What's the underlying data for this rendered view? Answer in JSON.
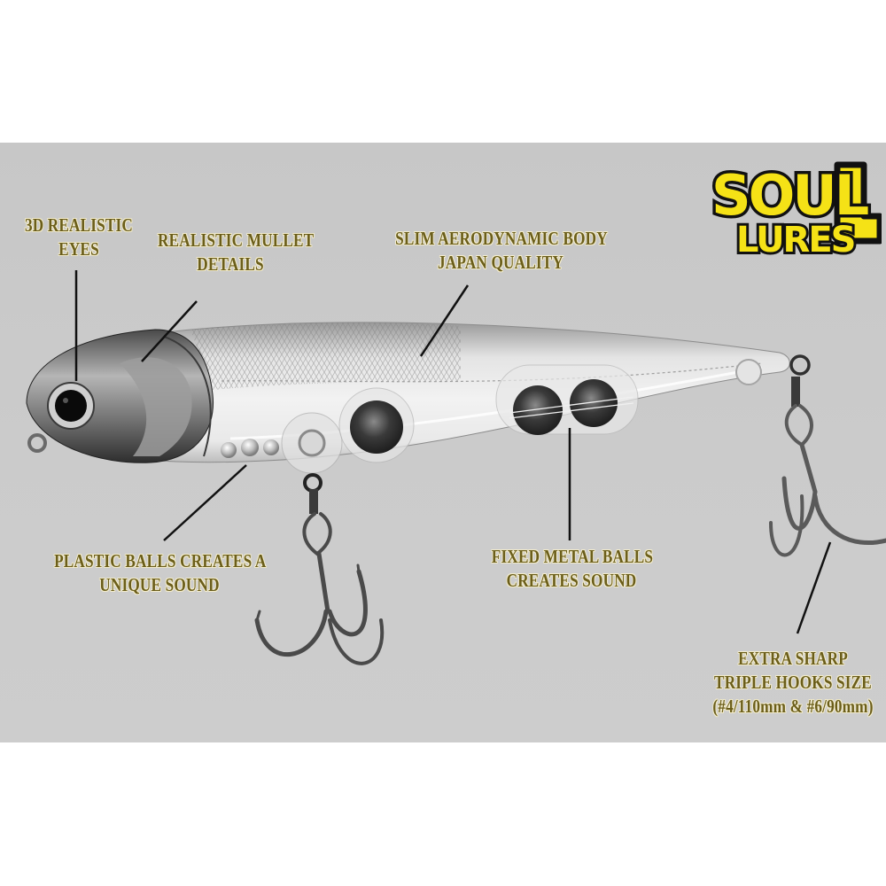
{
  "brand": {
    "logo_line1": "SOUL",
    "logo_line2": "LURES",
    "logo_fill": "#f5e216",
    "logo_outline": "#111111"
  },
  "product": {
    "subject": "transparent pencil fishing lure with two treble hooks"
  },
  "callouts": [
    {
      "id": "eyes",
      "lines": [
        "3D REALISTIC",
        "EYES"
      ]
    },
    {
      "id": "mullet",
      "lines": [
        "REALISTIC MULLET",
        "DETAILS"
      ]
    },
    {
      "id": "body",
      "lines": [
        "SLIM AERODYNAMIC BODY",
        "JAPAN QUALITY"
      ]
    },
    {
      "id": "plastic-balls",
      "lines": [
        "PLASTIC BALLS CREATES A",
        "UNIQUE SOUND"
      ]
    },
    {
      "id": "metal-balls",
      "lines": [
        "FIXED METAL BALLS",
        "CREATES SOUND"
      ]
    },
    {
      "id": "hooks",
      "lines": [
        "EXTRA SHARP",
        "TRIPLE HOOKS SIZE",
        "(#4/110mm & #6/90mm)"
      ]
    }
  ],
  "colors": {
    "text": "#6b5e1a",
    "text_outline": "#f3eccd",
    "background": "#c9c9c9",
    "page": "#ffffff"
  }
}
